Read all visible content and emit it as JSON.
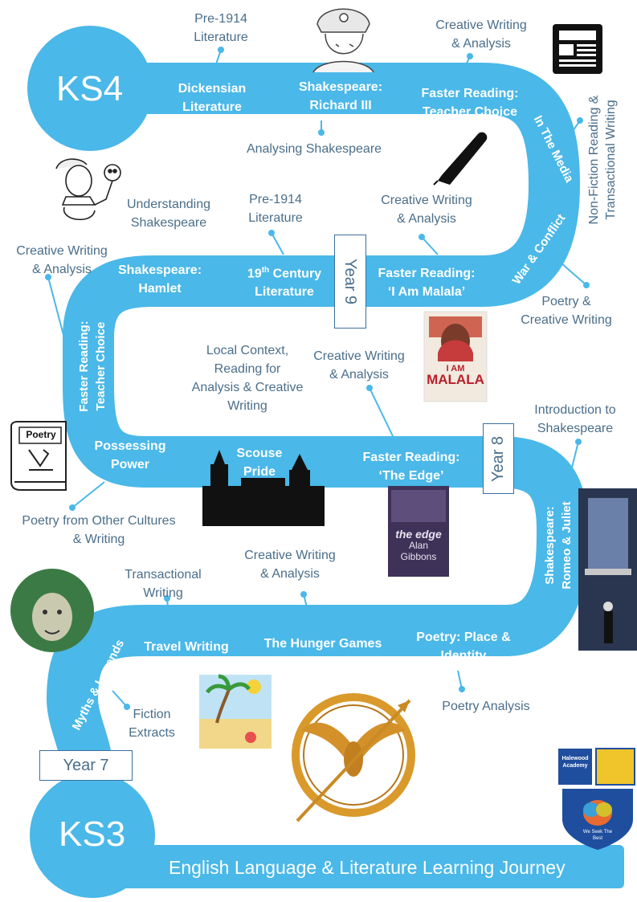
{
  "title": "English Language & Literature Learning Journey",
  "ks4": "KS4",
  "ks3": "KS3",
  "years": {
    "y7": "Year 7",
    "y8": "Year 8",
    "y9": "Year 9"
  },
  "colors": {
    "road": "#4ab8e8",
    "annotation_text": "#4a6e8a",
    "connector": "#4ab8e8"
  },
  "topics": {
    "dickensian": [
      "Dickensian",
      "Literature"
    ],
    "richard3": [
      "Shakespeare:",
      "Richard III"
    ],
    "faster_teacher_ks4": [
      "Faster Reading:",
      "Teacher Choice"
    ],
    "in_the_media": "In The Media",
    "war_conflict": "War & Conflict",
    "hamlet": [
      "Shakespeare:",
      "Hamlet"
    ],
    "c19": [
      "19th Century",
      "Literature"
    ],
    "malala": [
      "Faster Reading:",
      "‘I Am Malala’"
    ],
    "faster_teacher_y8": [
      "Faster Reading:",
      "Teacher Choice"
    ],
    "possessing": [
      "Possessing",
      "Power"
    ],
    "scouse": [
      "Scouse",
      "Pride"
    ],
    "edge": [
      "Faster Reading:",
      "‘The Edge’"
    ],
    "romeo": [
      "Shakespeare:",
      "Romeo & Juliet"
    ],
    "travel": "Travel Writing",
    "hunger": "The Hunger Games",
    "place_identity": [
      "Poetry: Place &",
      "Identity"
    ],
    "myths": "Myths & Legends"
  },
  "annotations": {
    "pre1914_top": [
      "Pre-1914",
      "Literature"
    ],
    "cw_top": [
      "Creative Writing",
      "& Analysis"
    ],
    "analysing_shakespeare": "Analysing Shakespeare",
    "nonfiction": [
      "Non-Fiction Reading &",
      "Transactional Writing"
    ],
    "understanding_shakespeare": [
      "Understanding",
      "Shakespeare"
    ],
    "pre1914_mid": [
      "Pre-1914",
      "Literature"
    ],
    "cw_mid": [
      "Creative Writing",
      "& Analysis"
    ],
    "cw_left": [
      "Creative Writing",
      "& Analysis"
    ],
    "poetry_creative": [
      "Poetry &",
      "Creative Writing"
    ],
    "local_context": [
      "Local Context,",
      "Reading for",
      "Analysis & Creative",
      "Writing"
    ],
    "cw_y8": [
      "Creative Writing",
      "& Analysis"
    ],
    "intro_shakespeare": [
      "Introduction to",
      "Shakespeare"
    ],
    "poetry_other_cultures": [
      "Poetry from Other Cultures",
      "& Writing"
    ],
    "cw_y7": [
      "Creative Writing",
      "& Analysis"
    ],
    "transactional": [
      "Transactional",
      "Writing"
    ],
    "poetry_analysis": "Poetry Analysis",
    "fiction_extracts": [
      "Fiction",
      "Extracts"
    ]
  },
  "images": {
    "poetry_book_label": "Poetry",
    "malala_cover_title": [
      "I AM",
      "MALALA"
    ],
    "edge_cover_title": [
      "the edge",
      "Alan",
      "Gibbons"
    ],
    "crest_text": [
      "Halewood",
      "Academy",
      "We Seek The",
      "Best"
    ]
  }
}
